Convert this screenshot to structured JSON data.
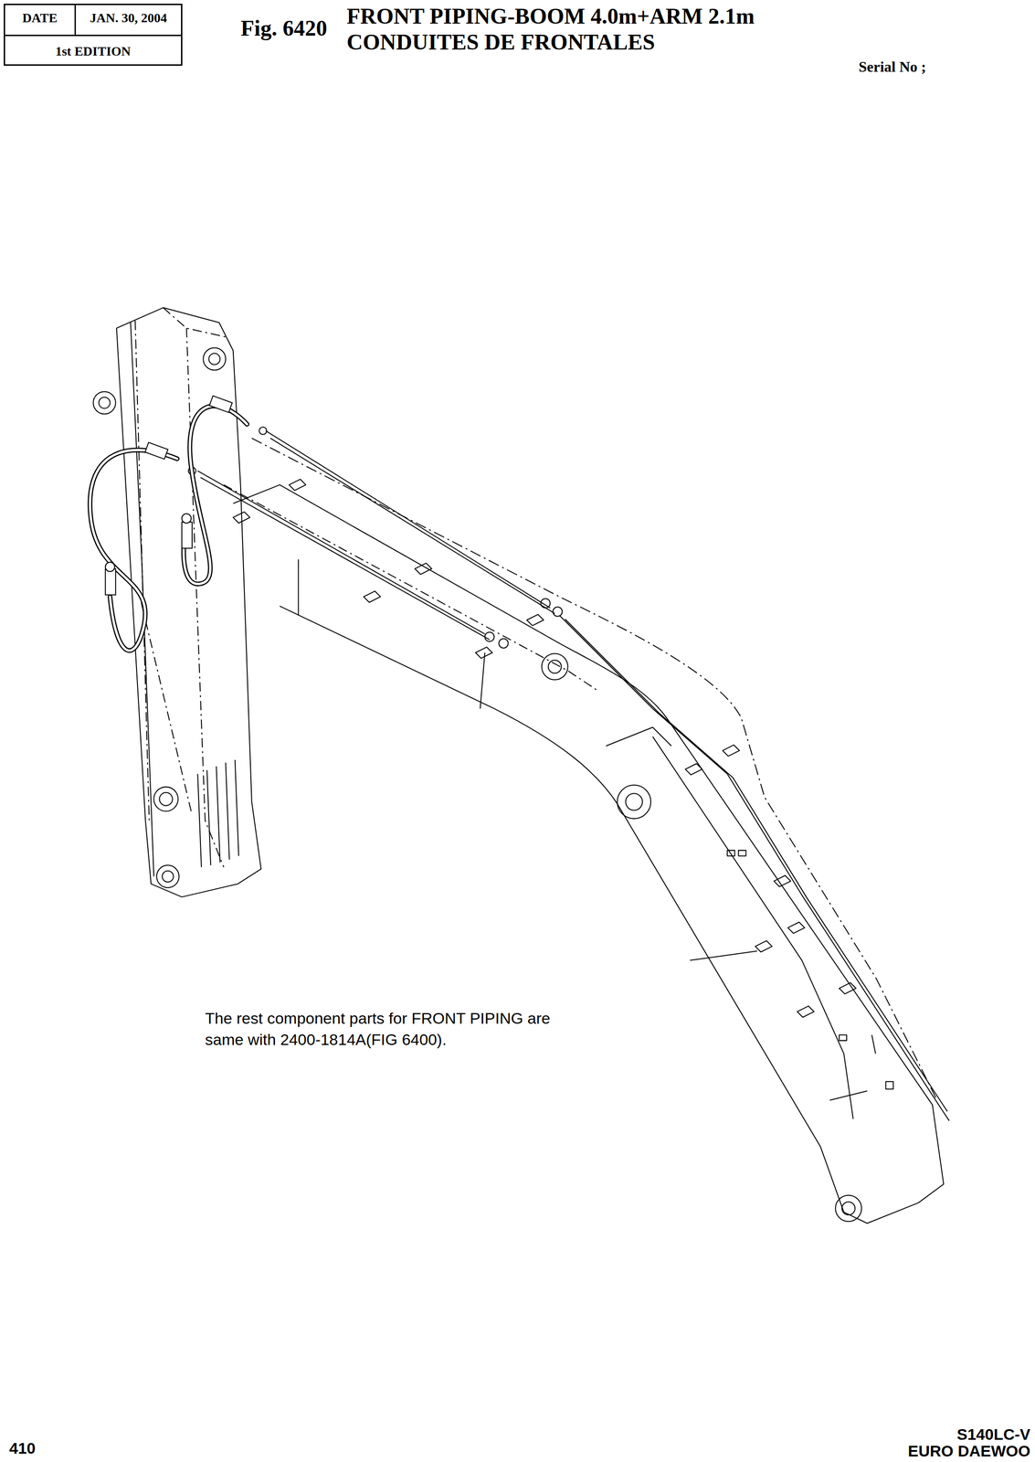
{
  "diagram": {
    "title": "FRONT PIPING-BOOM 4.0m+ARM 2.1m",
    "nodes": [
      {
        "text": [
          "DATE",
          "JAN. 30, 2004",
          "1st EDITION"
        ]
      }
    ],
    "labels": [
      "Fig. 6420",
      "CONDUITES DE FRONTALES",
      "Serial No ;",
      "The rest component parts for FRONT PIPING are same with 2400-1814A(FIG 6400).",
      "410",
      "S140LC-V",
      "EURO DAEWOO"
    ]
  }
}
